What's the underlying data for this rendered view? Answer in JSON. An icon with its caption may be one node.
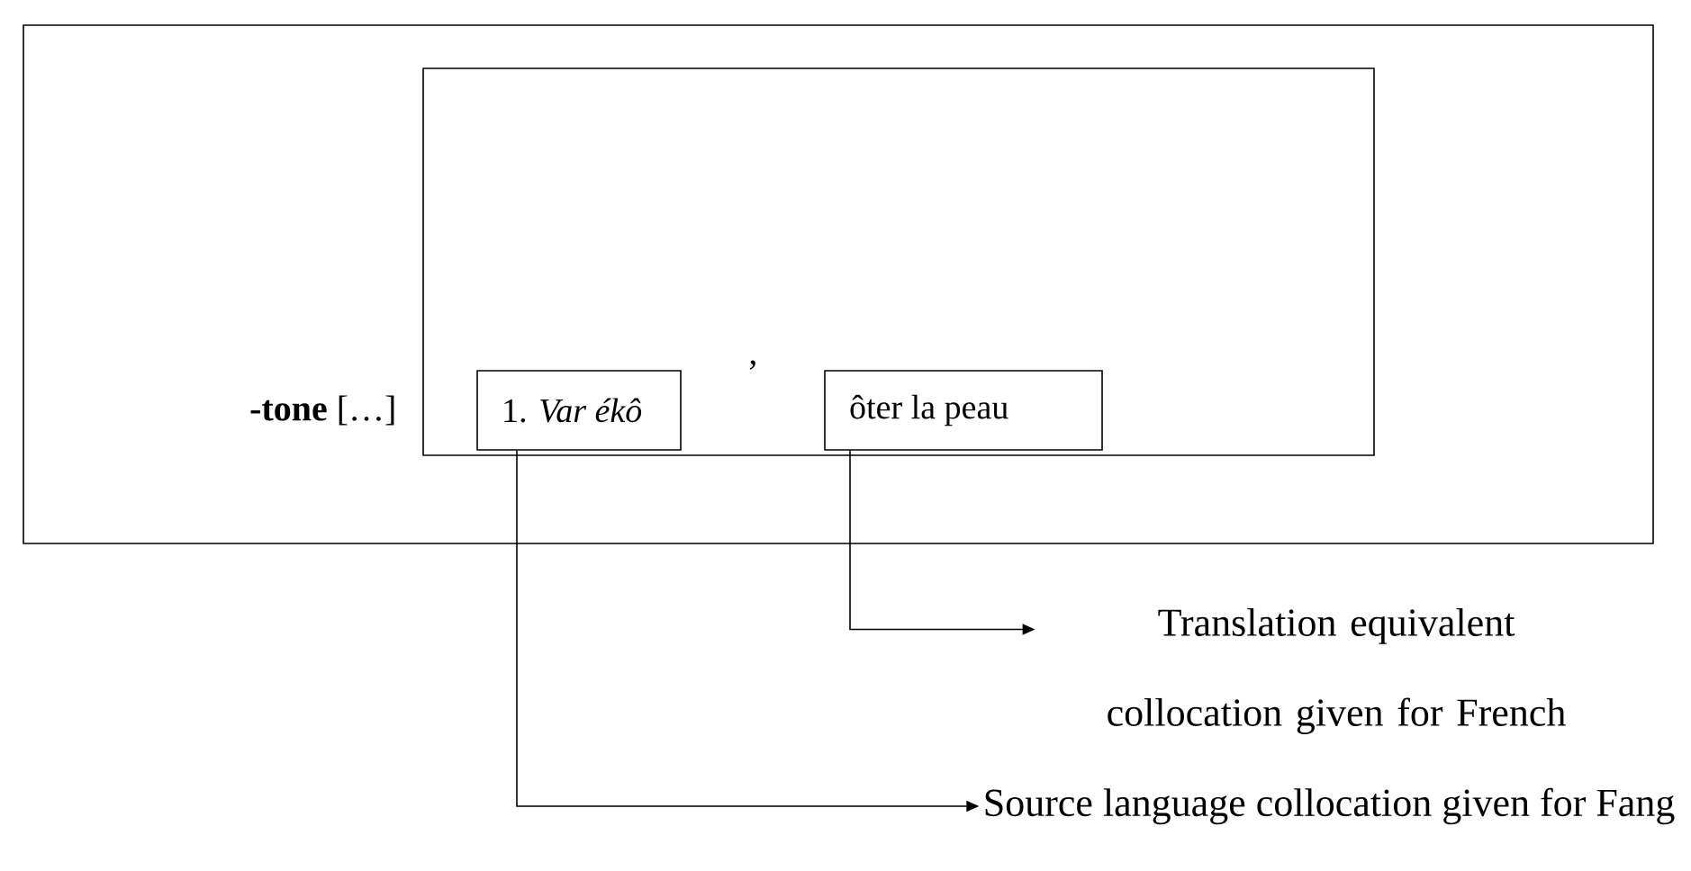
{
  "diagram": {
    "nodes": [
      {
        "text": [
          "**-tone** […]"
        ]
      },
      {
        "text": [],
        "shape": "box",
        "in": 0
      },
      {
        "text": [
          "1. *Var ékô*"
        ],
        "in": 1
      },
      {
        "text": [
          "ôter la peau"
        ],
        "in": 1
      },
      {
        "text": [
          "Translation equivalent collocation given for French"
        ]
      },
      {
        "text": [
          "Source language collocation given for Fang"
        ]
      }
    ],
    "edges": [
      {
        "from": 3,
        "to": 4,
        "arrow": "to"
      },
      {
        "from": 2,
        "to": 5,
        "arrow": "to"
      }
    ],
    "labels": [
      "’"
    ]
  }
}
